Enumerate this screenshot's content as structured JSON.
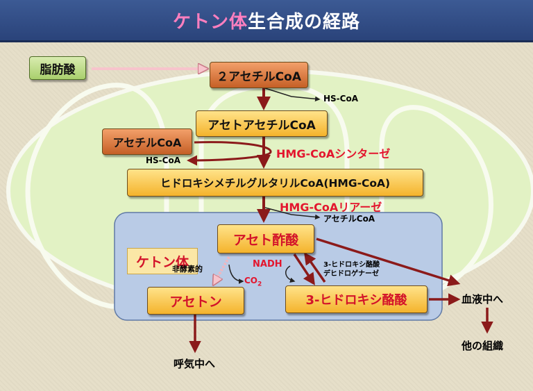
{
  "title": {
    "accent": "ケトン体",
    "rest": "生合成の経路"
  },
  "nodes": {
    "fatty_acid": "脂肪酸",
    "acetyl_coa_2": "２アセチルCoA",
    "acetoacetyl_coa": "アセトアセチルCoA",
    "acetyl_coa": "アセチルCoA",
    "hmg_coa": "ヒドロキシメチルグルタリルCoA(HMG-CoA)",
    "acetoacetic_acid": "アセト酢酸",
    "acetone": "アセトン",
    "hydroxybutyrate": "3-ヒドロキシ酪酸"
  },
  "labels": {
    "ketone_bodies": "ケトン体",
    "hs_coa_1": "HS-CoA",
    "hs_coa_2": "HS-CoA",
    "hmg_synthase": "HMG-CoAシンターゼ",
    "hmg_lyase": "HMG-CoAリアーゼ",
    "acetyl_coa_out": "アセチルCoA",
    "non_enzymatic": "非酵素的",
    "nadh": "NADH",
    "co2": "CO",
    "co2_sub": "2",
    "dehydrogenase_1": "3-ヒドロキシ酪酸",
    "dehydrogenase_2": "デヒドロゲナーゼ",
    "to_blood": "血液中へ",
    "to_other_tissues": "他の組織",
    "to_breath": "呼気中へ"
  },
  "colors": {
    "title_bg": "#2a437a",
    "accent_pink": "#ff7fbf",
    "enzyme_red": "#e3162e",
    "arrow_dark_red": "#8b1a1a",
    "mitochondria_fill": "#e2f2c4",
    "ketone_region": "#b9cbe6"
  }
}
